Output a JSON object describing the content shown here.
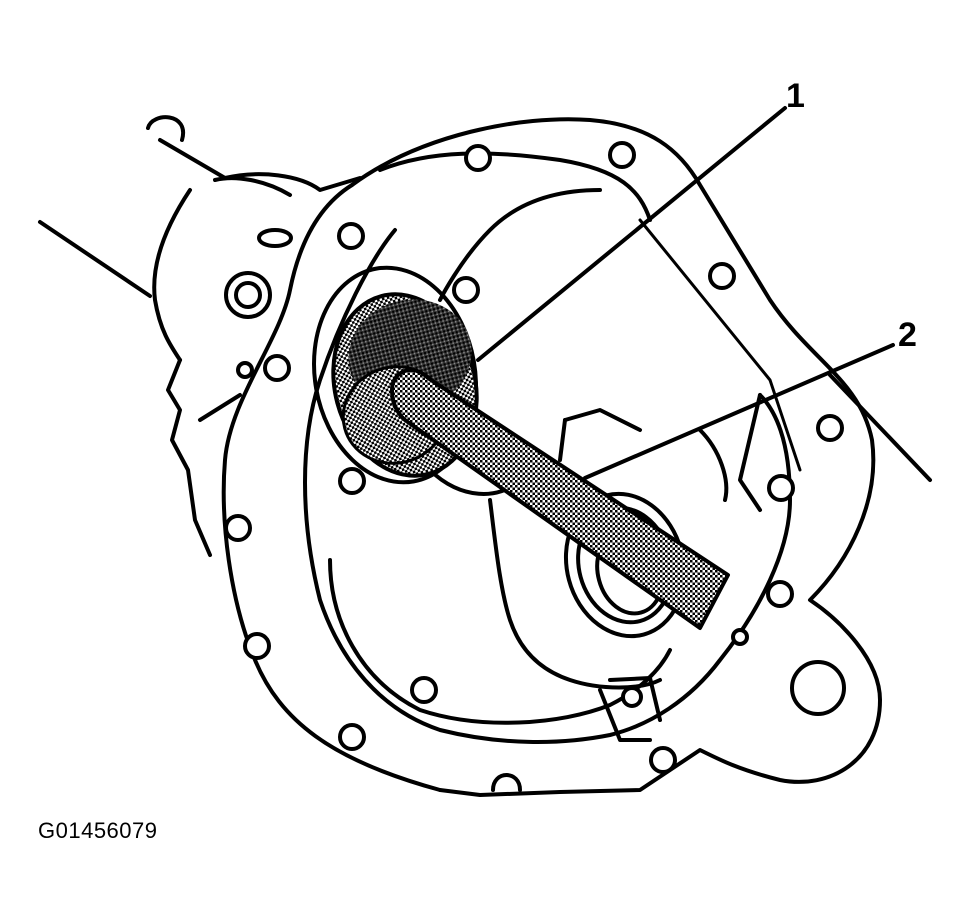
{
  "callouts": {
    "one": "1",
    "two": "2"
  },
  "figure_id": "G01456079",
  "colors": {
    "line": "#000000",
    "tool_fill": "#555555",
    "background": "#ffffff"
  }
}
